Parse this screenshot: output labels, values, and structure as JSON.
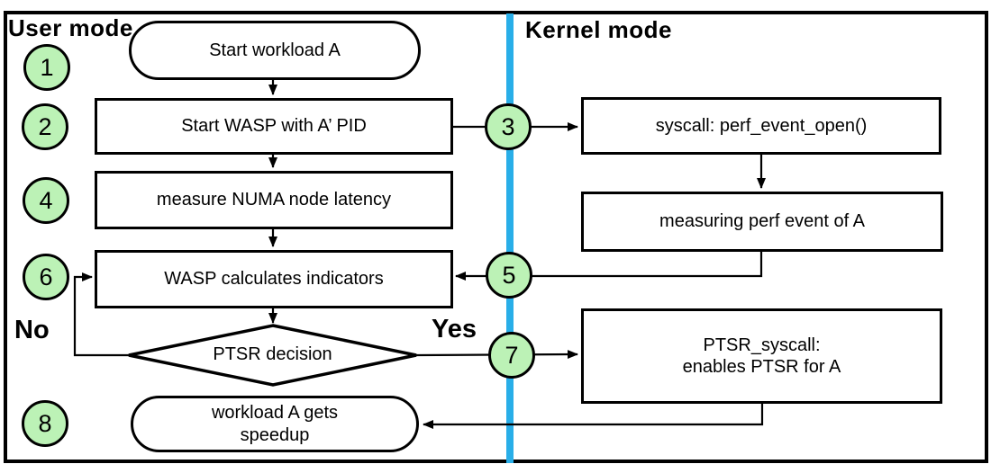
{
  "regions": {
    "user_mode_label": "User mode",
    "kernel_mode_label": "Kernel mode"
  },
  "branch_labels": {
    "no": "No",
    "yes": "Yes"
  },
  "steps": [
    "1",
    "2",
    "3",
    "4",
    "5",
    "6",
    "7",
    "8"
  ],
  "nodes": {
    "start_workload": "Start workload A",
    "start_wasp": "Start WASP with A’ PID",
    "measure_numa": "measure NUMA node latency",
    "wasp_calculates": "WASP calculates indicators",
    "ptsr_decision": "PTSR decision",
    "workload_speedup_line1": "workload A gets",
    "workload_speedup_line2": "speedup",
    "syscall_open": "syscall: perf_event_open()",
    "measuring_perf": "measuring perf event of A",
    "ptsr_syscall_line1": "PTSR_syscall:",
    "ptsr_syscall_line2": "enables PTSR for A"
  },
  "colors": {
    "step_circle_fill": "#bcf2b6",
    "divider": "#29aee8",
    "stroke": "#000000",
    "background": "#ffffff"
  }
}
